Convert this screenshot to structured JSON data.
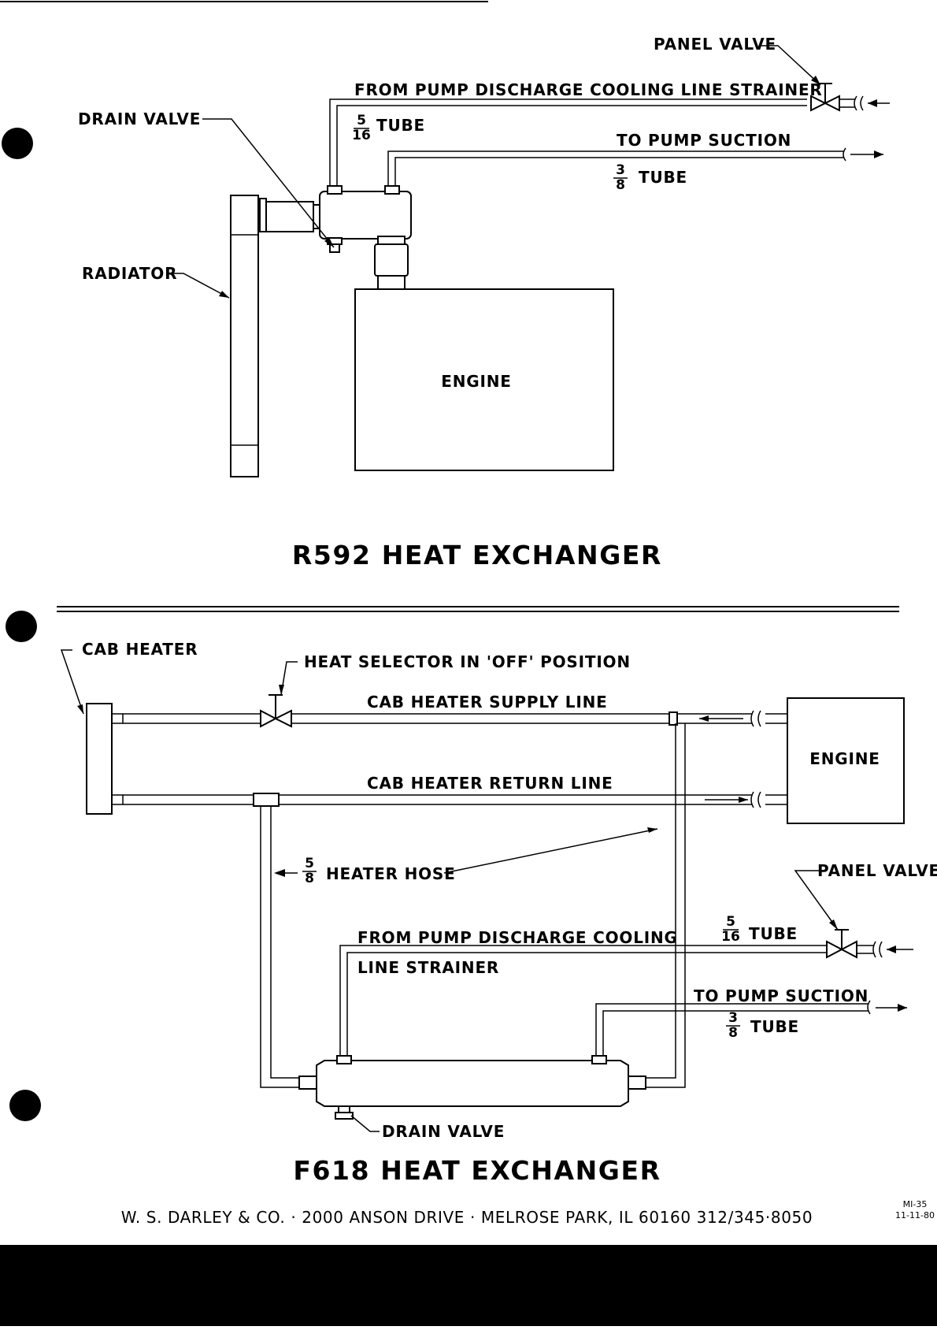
{
  "top": {
    "panel_valve": "PANEL VALVE",
    "from_pump": "FROM PUMP DISCHARGE COOLING LINE STRAINER",
    "tube_5_16": "TUBE",
    "drain_valve": "DRAIN VALVE",
    "to_pump_suction": "TO PUMP SUCTION",
    "tube_3_8": "TUBE",
    "radiator": "RADIATOR",
    "engine": "ENGINE",
    "title": "R592 HEAT EXCHANGER"
  },
  "bottom": {
    "cab_heater": "CAB HEATER",
    "heat_selector": "HEAT SELECTOR IN 'OFF' POSITION",
    "supply_line": "CAB HEATER SUPPLY LINE",
    "return_line": "CAB HEATER RETURN LINE",
    "engine": "ENGINE",
    "heater_hose": "HEATER HOSE",
    "panel_valve": "PANEL VALVE",
    "tube_5_16": "TUBE",
    "from_pump_1": "FROM PUMP DISCHARGE COOLING",
    "from_pump_2": "LINE STRAINER",
    "to_pump_suction": "TO PUMP SUCTION",
    "tube_3_8": "TUBE",
    "drain_valve": "DRAIN VALVE",
    "title": "F618 HEAT EXCHANGER"
  },
  "fractions": {
    "five": "5",
    "sixteen": "16",
    "three": "3",
    "eight": "8"
  },
  "footer": {
    "company": "W. S. DARLEY & CO. · 2000 ANSON DRIVE · MELROSE PARK, IL 60160 312/345·8050",
    "doc_code": "MI-35",
    "doc_date": "11-11-80"
  }
}
